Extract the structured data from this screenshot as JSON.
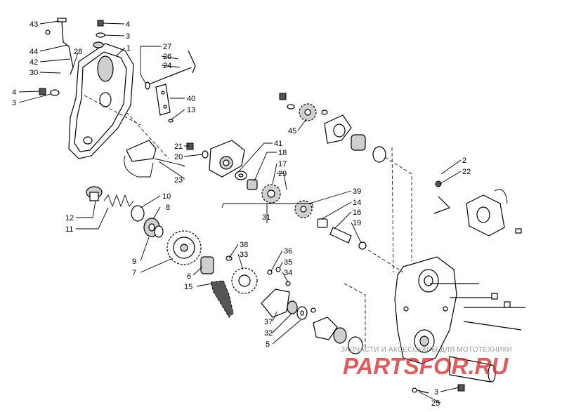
{
  "diagram": {
    "labels": [
      "43",
      "4",
      "3",
      "1",
      "44",
      "42",
      "28",
      "30",
      "4",
      "3",
      "27",
      "26",
      "24",
      "40",
      "13",
      "21",
      "20",
      "23",
      "41",
      "18",
      "17",
      "29",
      "45",
      "2",
      "22",
      "10",
      "8",
      "12",
      "11",
      "31",
      "39",
      "14",
      "16",
      "19",
      "9",
      "7",
      "38",
      "33",
      "36",
      "35",
      "34",
      "6",
      "15",
      "37",
      "32",
      "5",
      "3",
      "25"
    ]
  },
  "watermark": {
    "text": "ЗАПЧАСТИ И АКСЕССУАРЫ ДЛЯ МОТОТЕХНИКИ",
    "logo": "PARTSFOR.RU",
    "logo_color": "#cd2828"
  }
}
